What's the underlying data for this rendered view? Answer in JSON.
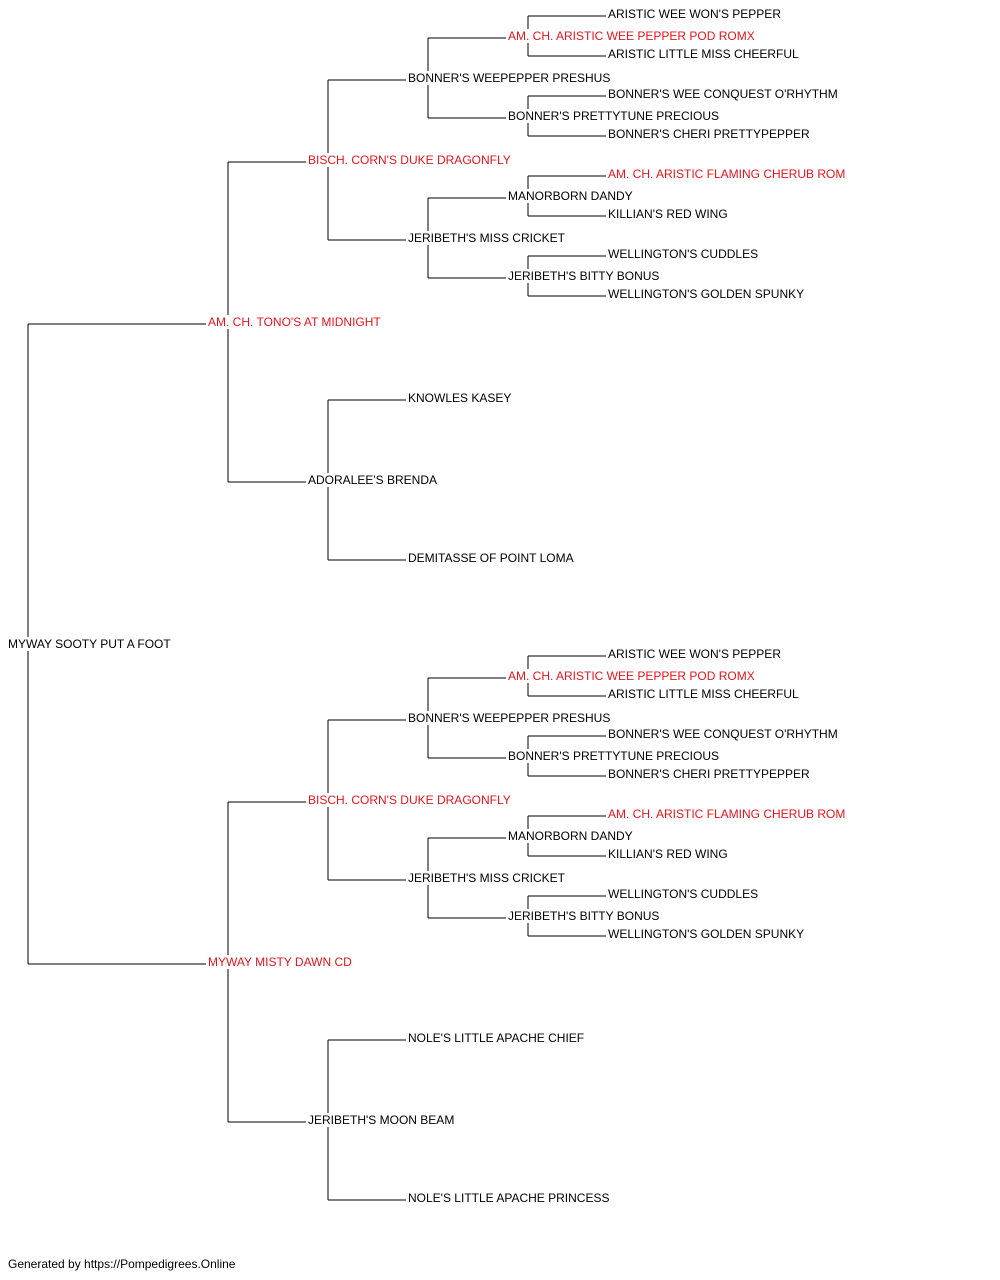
{
  "pedigree": {
    "colors": {
      "champion": "#e8141b",
      "regular": "#000000",
      "line": "#000000"
    },
    "subject": {
      "name": "MYWAY SOOTY PUT A FOOT",
      "champion": false
    },
    "sire": {
      "name": "AM. CH. TONO'S AT MIDNIGHT",
      "champion": true,
      "sire": {
        "name": "BISCH. CORN'S DUKE DRAGONFLY",
        "champion": true,
        "sire": {
          "name": "BONNER'S WEEPEPPER PRESHUS",
          "champion": false,
          "sire": {
            "name": "AM. CH. ARISTIC WEE PEPPER POD ROMX",
            "champion": true,
            "sire": {
              "name": "ARISTIC WEE WON'S PEPPER",
              "champion": false
            },
            "dam": {
              "name": "ARISTIC LITTLE MISS CHEERFUL",
              "champion": false
            }
          },
          "dam": {
            "name": "BONNER'S PRETTYTUNE PRECIOUS",
            "champion": false,
            "sire": {
              "name": "BONNER'S WEE CONQUEST O'RHYTHM",
              "champion": false
            },
            "dam": {
              "name": "BONNER'S CHERI PRETTYPEPPER",
              "champion": false
            }
          }
        },
        "dam": {
          "name": "JERIBETH'S MISS CRICKET",
          "champion": false,
          "sire": {
            "name": "MANORBORN DANDY",
            "champion": false,
            "sire": {
              "name": "AM. CH. ARISTIC FLAMING CHERUB ROM",
              "champion": true
            },
            "dam": {
              "name": "KILLIAN'S RED WING",
              "champion": false
            }
          },
          "dam": {
            "name": "JERIBETH'S BITTY BONUS",
            "champion": false,
            "sire": {
              "name": "WELLINGTON'S CUDDLES",
              "champion": false
            },
            "dam": {
              "name": "WELLINGTON'S GOLDEN SPUNKY",
              "champion": false
            }
          }
        }
      },
      "dam": {
        "name": "ADORALEE'S BRENDA",
        "champion": false,
        "sire": {
          "name": "KNOWLES KASEY",
          "champion": false
        },
        "dam": {
          "name": "DEMITASSE OF POINT LOMA",
          "champion": false
        }
      }
    },
    "dam": {
      "name": "MYWAY MISTY DAWN CD",
      "champion": true,
      "sire": {
        "name": "BISCH. CORN'S DUKE DRAGONFLY",
        "champion": true,
        "sire": {
          "name": "BONNER'S WEEPEPPER PRESHUS",
          "champion": false,
          "sire": {
            "name": "AM. CH. ARISTIC WEE PEPPER POD ROMX",
            "champion": true,
            "sire": {
              "name": "ARISTIC WEE WON'S PEPPER",
              "champion": false
            },
            "dam": {
              "name": "ARISTIC LITTLE MISS CHEERFUL",
              "champion": false
            }
          },
          "dam": {
            "name": "BONNER'S PRETTYTUNE PRECIOUS",
            "champion": false,
            "sire": {
              "name": "BONNER'S WEE CONQUEST O'RHYTHM",
              "champion": false
            },
            "dam": {
              "name": "BONNER'S CHERI PRETTYPEPPER",
              "champion": false
            }
          }
        },
        "dam": {
          "name": "JERIBETH'S MISS CRICKET",
          "champion": false,
          "sire": {
            "name": "MANORBORN DANDY",
            "champion": false,
            "sire": {
              "name": "AM. CH. ARISTIC FLAMING CHERUB ROM",
              "champion": true
            },
            "dam": {
              "name": "KILLIAN'S RED WING",
              "champion": false
            }
          },
          "dam": {
            "name": "JERIBETH'S BITTY BONUS",
            "champion": false,
            "sire": {
              "name": "WELLINGTON'S CUDDLES",
              "champion": false
            },
            "dam": {
              "name": "WELLINGTON'S GOLDEN SPUNKY",
              "champion": false
            }
          }
        }
      },
      "dam": {
        "name": "JERIBETH'S MOON BEAM",
        "champion": false,
        "sire": {
          "name": "NOLE'S LITTLE APACHE CHIEF",
          "champion": false
        },
        "dam": {
          "name": "NOLE'S LITTLE APACHE PRINCESS",
          "champion": false
        }
      }
    }
  },
  "footer": {
    "text": "Generated by https://Pompedigrees.Online"
  }
}
